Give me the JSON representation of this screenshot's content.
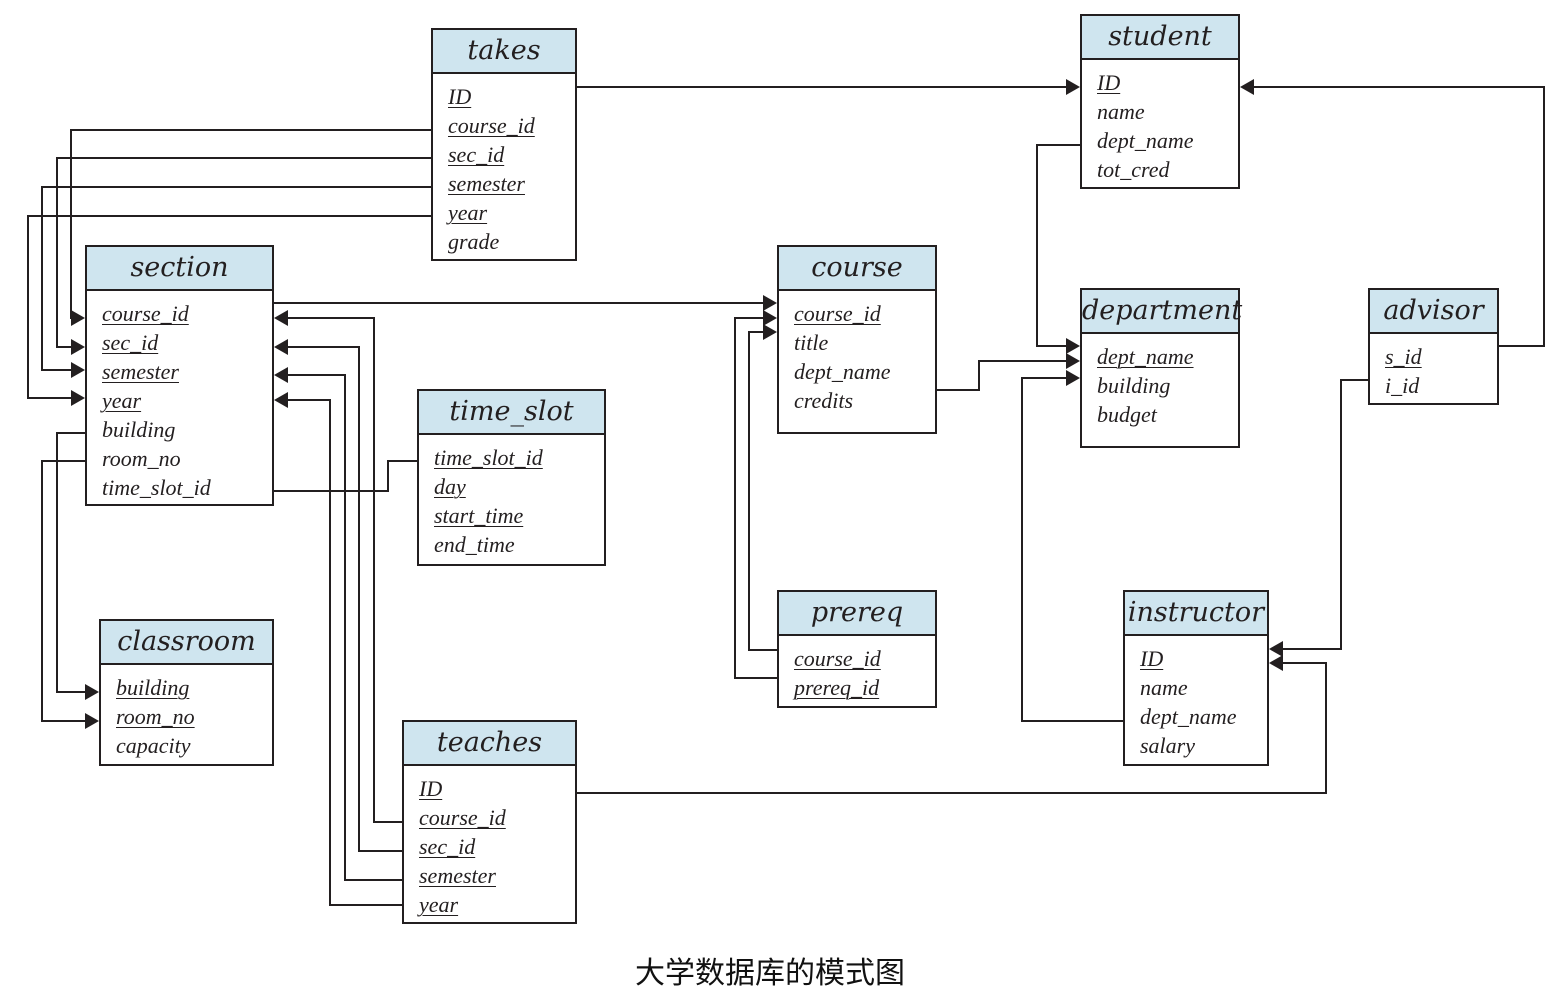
{
  "caption": "大学数据库的模式图",
  "colors": {
    "header": "#cfe5ef",
    "line": "#231f20",
    "border": "#231f20"
  },
  "tables": {
    "takes": {
      "name": "takes",
      "attributes": [
        {
          "name": "ID",
          "pk": true
        },
        {
          "name": "course_id",
          "pk": true
        },
        {
          "name": "sec_id",
          "pk": true
        },
        {
          "name": "semester",
          "pk": true
        },
        {
          "name": "year",
          "pk": true
        },
        {
          "name": "grade",
          "pk": false
        }
      ]
    },
    "student": {
      "name": "student",
      "attributes": [
        {
          "name": "ID",
          "pk": true
        },
        {
          "name": "name",
          "pk": false
        },
        {
          "name": "dept_name",
          "pk": false
        },
        {
          "name": "tot_cred",
          "pk": false
        }
      ]
    },
    "section": {
      "name": "section",
      "attributes": [
        {
          "name": "course_id",
          "pk": true
        },
        {
          "name": "sec_id",
          "pk": true
        },
        {
          "name": "semester",
          "pk": true
        },
        {
          "name": "year",
          "pk": true
        },
        {
          "name": "building",
          "pk": false
        },
        {
          "name": "room_no",
          "pk": false
        },
        {
          "name": "time_slot_id",
          "pk": false
        }
      ]
    },
    "course": {
      "name": "course",
      "attributes": [
        {
          "name": "course_id",
          "pk": true
        },
        {
          "name": "title",
          "pk": false
        },
        {
          "name": "dept_name",
          "pk": false
        },
        {
          "name": "credits",
          "pk": false
        }
      ]
    },
    "department": {
      "name": "department",
      "attributes": [
        {
          "name": "dept_name",
          "pk": true
        },
        {
          "name": "building",
          "pk": false
        },
        {
          "name": "budget",
          "pk": false
        }
      ]
    },
    "advisor": {
      "name": "advisor",
      "attributes": [
        {
          "name": "s_id",
          "pk": true
        },
        {
          "name": "i_id",
          "pk": false
        }
      ]
    },
    "time_slot": {
      "name": "time_slot",
      "attributes": [
        {
          "name": "time_slot_id",
          "pk": true
        },
        {
          "name": "day",
          "pk": true
        },
        {
          "name": "start_time",
          "pk": true
        },
        {
          "name": "end_time",
          "pk": false
        }
      ]
    },
    "classroom": {
      "name": "classroom",
      "attributes": [
        {
          "name": "building",
          "pk": true
        },
        {
          "name": "room_no",
          "pk": true
        },
        {
          "name": "capacity",
          "pk": false
        }
      ]
    },
    "prereq": {
      "name": "prereq",
      "attributes": [
        {
          "name": "course_id",
          "pk": true
        },
        {
          "name": "prereq_id",
          "pk": true
        }
      ]
    },
    "instructor": {
      "name": "instructor",
      "attributes": [
        {
          "name": "ID",
          "pk": true
        },
        {
          "name": "name",
          "pk": false
        },
        {
          "name": "dept_name",
          "pk": false
        },
        {
          "name": "salary",
          "pk": false
        }
      ]
    },
    "teaches": {
      "name": "teaches",
      "attributes": [
        {
          "name": "ID",
          "pk": true
        },
        {
          "name": "course_id",
          "pk": true
        },
        {
          "name": "sec_id",
          "pk": true
        },
        {
          "name": "semester",
          "pk": true
        },
        {
          "name": "year",
          "pk": true
        }
      ]
    }
  },
  "references": [
    {
      "from": "takes.ID",
      "to": "student.ID"
    },
    {
      "from": "takes.course_id",
      "to": "section.course_id"
    },
    {
      "from": "takes.sec_id",
      "to": "section.sec_id"
    },
    {
      "from": "takes.semester",
      "to": "section.semester"
    },
    {
      "from": "takes.year",
      "to": "section.year"
    },
    {
      "from": "section.course_id",
      "to": "course.course_id"
    },
    {
      "from": "section.building",
      "to": "classroom.building"
    },
    {
      "from": "section.room_no",
      "to": "classroom.room_no"
    },
    {
      "from": "section.time_slot_id",
      "to": "time_slot.time_slot_id"
    },
    {
      "from": "teaches.course_id",
      "to": "section.course_id"
    },
    {
      "from": "teaches.sec_id",
      "to": "section.sec_id"
    },
    {
      "from": "teaches.semester",
      "to": "section.semester"
    },
    {
      "from": "teaches.year",
      "to": "section.year"
    },
    {
      "from": "teaches.ID",
      "to": "instructor.ID"
    },
    {
      "from": "prereq.course_id",
      "to": "course.course_id"
    },
    {
      "from": "prereq.prereq_id",
      "to": "course.course_id"
    },
    {
      "from": "course.dept_name",
      "to": "department.dept_name"
    },
    {
      "from": "student.dept_name",
      "to": "department.dept_name"
    },
    {
      "from": "instructor.dept_name",
      "to": "department.dept_name"
    },
    {
      "from": "advisor.s_id",
      "to": "student.ID"
    },
    {
      "from": "advisor.i_id",
      "to": "instructor.ID"
    }
  ]
}
